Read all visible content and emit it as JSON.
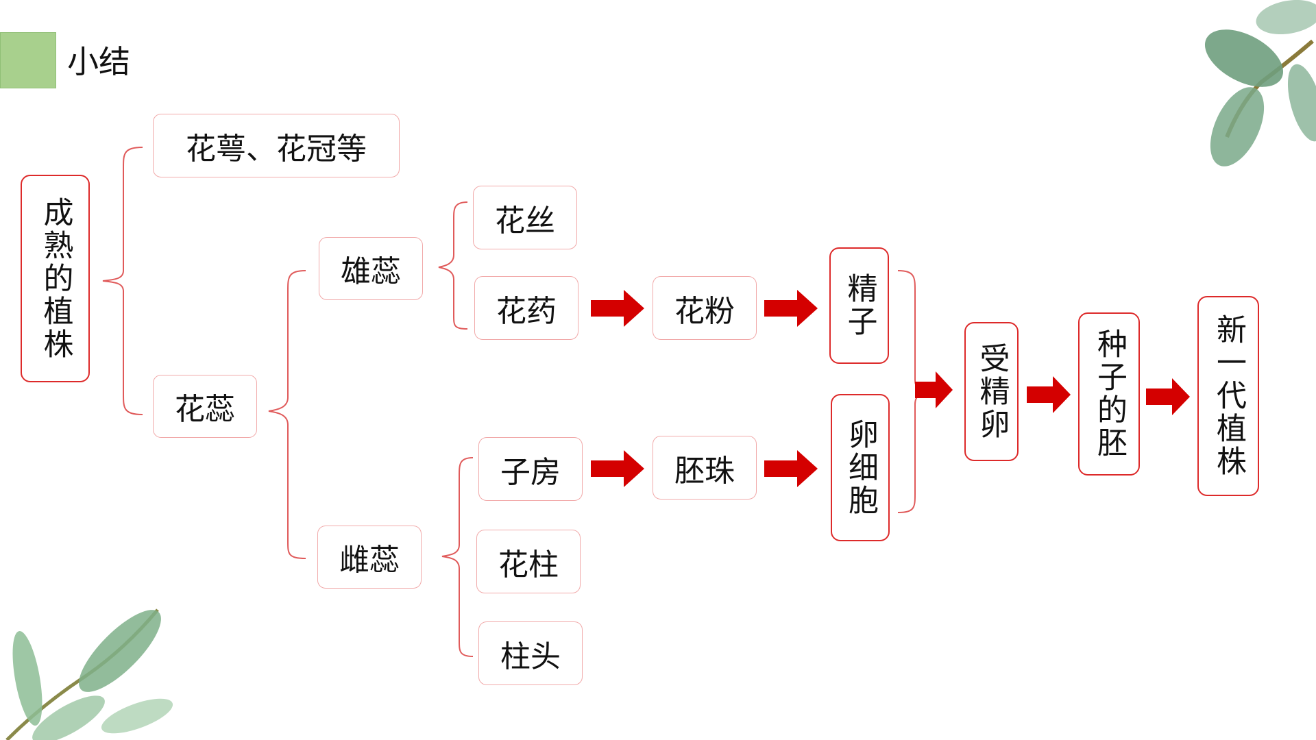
{
  "slide": {
    "title": "小结"
  },
  "nodes": {
    "mature_plant": "成熟的植株",
    "calyx_corolla": "花萼、花冠等",
    "stamen_pistil": "花蕊",
    "stamen": "雄蕊",
    "pistil": "雌蕊",
    "filament": "花丝",
    "anther": "花药",
    "pollen": "花粉",
    "sperm": "精子",
    "ovary": "子房",
    "style": "花柱",
    "stigma": "柱头",
    "ovule": "胚珠",
    "egg_cell": "卵细胞",
    "zygote": "受精卵",
    "embryo": "种子的胚",
    "new_plant": "新一代植株"
  },
  "colors": {
    "accent_green": "#a8d08d",
    "bracket_red": "#e05a5a",
    "arrow_red": "#d40000",
    "strong_border": "#dd2a2a",
    "soft_border": "#f1a9a9"
  },
  "icons": {
    "arrow": "right-arrow-icon",
    "leaf": "leaf-decoration"
  }
}
